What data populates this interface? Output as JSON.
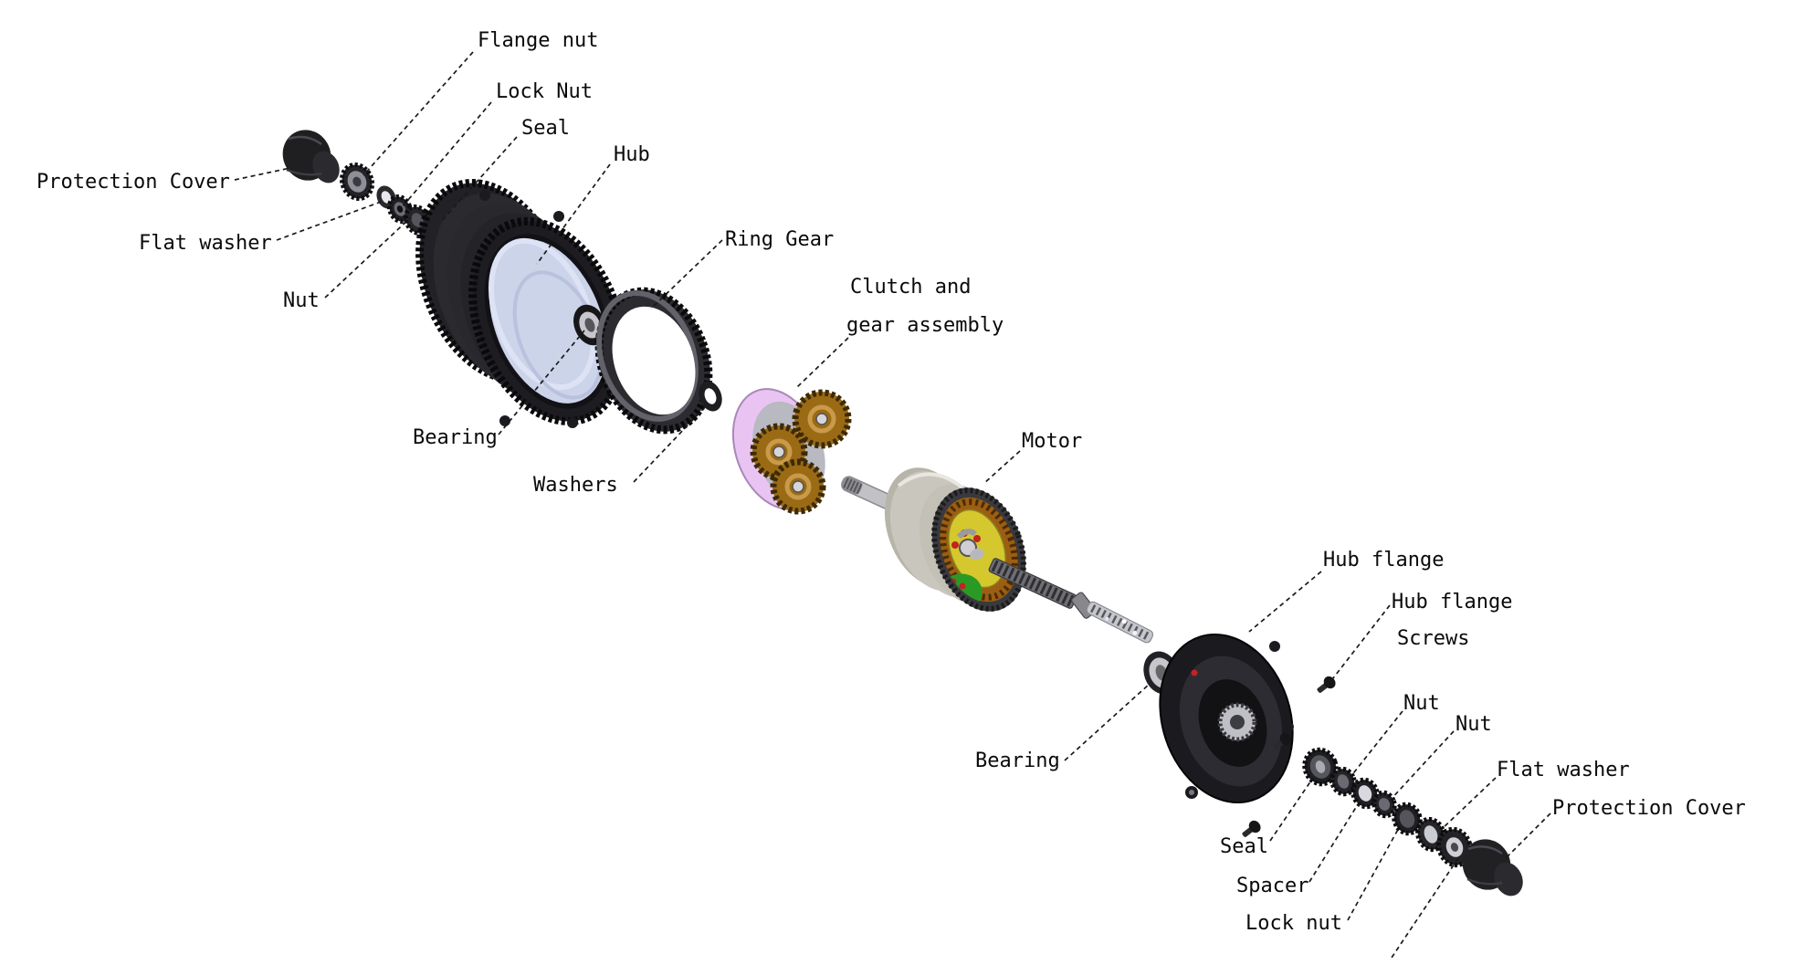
{
  "labels": {
    "flange_nut": "Flange nut",
    "lock_nut_left": "Lock Nut",
    "seal_left": "Seal",
    "hub": "Hub",
    "protection_cover_left": "Protection Cover",
    "flat_washer_left": "Flat washer",
    "nut_left": "Nut",
    "bearing_left": "Bearing",
    "washers": "Washers",
    "ring_gear": "Ring Gear",
    "clutch_assembly_line1": "Clutch and",
    "clutch_assembly_line2": "gear assembly",
    "motor": "Motor",
    "hub_flange": "Hub flange",
    "hub_flange_screws_line1": "Hub flange",
    "hub_flange_screws_line2": "Screws",
    "bearing_right": "Bearing",
    "nut_right_upper": "Nut",
    "nut_right_lower": "Nut",
    "flat_washer_right": "Flat washer",
    "protection_cover_right": "Protection Cover",
    "seal_right": "Seal",
    "spacer": "Spacer",
    "lock_nut_right": "Lock nut"
  },
  "colors": {
    "background": "#ffffff",
    "hub_face": "#ccd4ea",
    "hub_face_highlight": "#dde3f4",
    "clutch_pink": "#e9c4f2",
    "gear_bronze": "#9a6a14",
    "gear_bronze_light": "#c89a4a",
    "motor_body_silver": "#c9c6bd",
    "motor_copper": "#9c5e12",
    "motor_yellow": "#d4c82e",
    "motor_green": "#2a9a24",
    "motor_red": "#c42222",
    "part_black": "#1d1d21",
    "leader_line": "#1a1a1a"
  }
}
